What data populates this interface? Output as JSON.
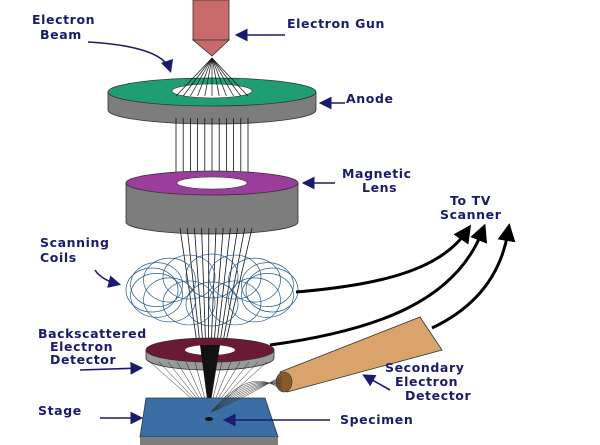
{
  "labels": {
    "electron_beam": [
      "Electron",
      "Beam"
    ],
    "electron_gun": "Electron Gun",
    "anode": "Anode",
    "magnetic_lens": [
      "Magnetic",
      "Lens"
    ],
    "to_tv_scanner": [
      "To TV",
      "Scanner"
    ],
    "scanning_coils": [
      "Scanning",
      "Coils"
    ],
    "backscattered_detector": [
      "Backscattered",
      "Electron",
      "Detector"
    ],
    "secondary_detector": [
      "Secondary",
      "Electron",
      "Detector"
    ],
    "stage": "Stage",
    "specimen": "Specimen"
  },
  "colors": {
    "gun": "#c96a6a",
    "anode": "#1f9e73",
    "lens": "#9b3d9b",
    "backscatter_detector": "#6b1a35",
    "stage": "#3a6ea5",
    "secondary_detector": "#d9a36b",
    "body": "#7d7d7d",
    "label": "#1a1a6e"
  }
}
